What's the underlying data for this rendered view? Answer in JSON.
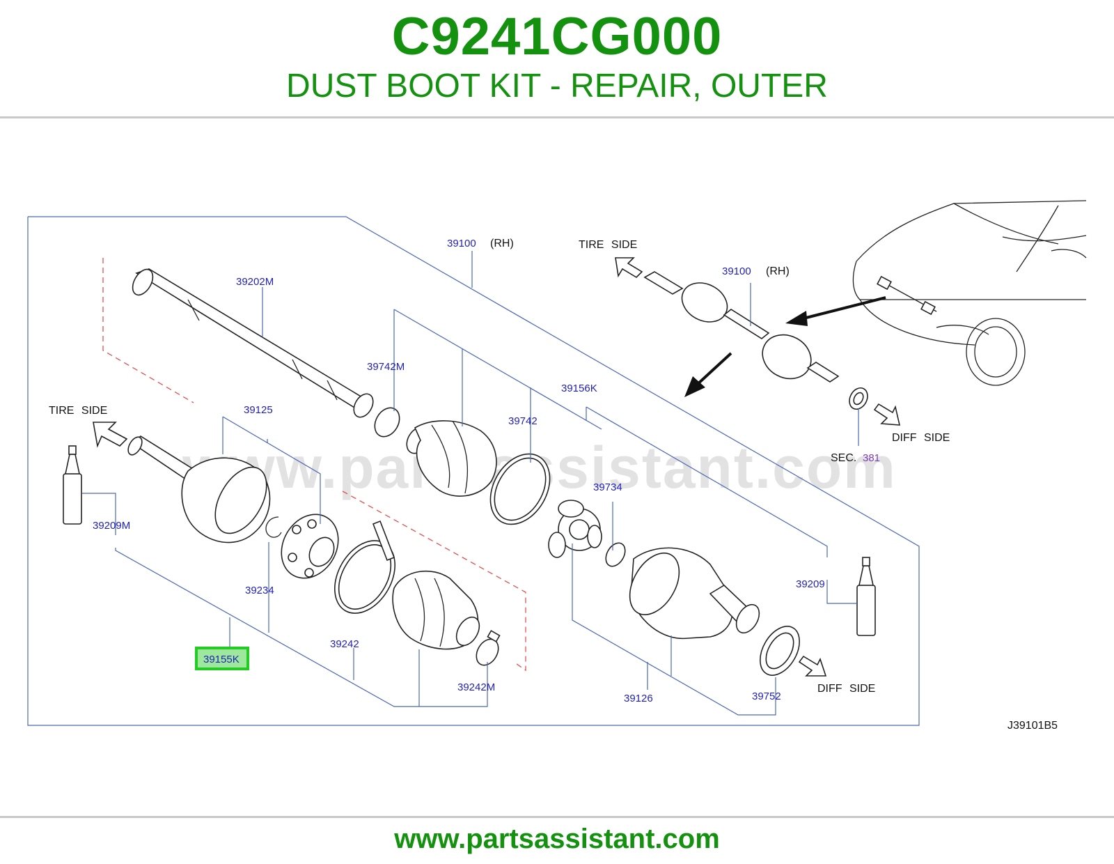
{
  "header": {
    "part_number": "C9241CG000",
    "part_title": "DUST BOOT KIT - REPAIR, OUTER"
  },
  "footer": {
    "url": "www.partsassistant.com"
  },
  "diagram": {
    "watermark": "www.partsassistant.com",
    "drawing_code": "J39101B5",
    "callouts": {
      "c39100_main": "39100",
      "rh_main": "(RH)",
      "c39100_inset": "39100",
      "rh_inset": "(RH)",
      "c39202M": "39202M",
      "c39742M": "39742M",
      "c39156K": "39156K",
      "c39125": "39125",
      "c39742": "39742",
      "c39734": "39734",
      "c39209M": "39209M",
      "c39234": "39234",
      "c39155K": "39155K",
      "c39242": "39242",
      "c39242M": "39242M",
      "c39126": "39126",
      "c39752": "39752",
      "c39209": "39209"
    },
    "notes": {
      "tire_side_left": "TIRE SIDE",
      "tire_side_inset": "TIRE SIDE",
      "diff_side_inset": "DIFF SIDE",
      "diff_side_main": "DIFF SIDE",
      "sec_label": "SEC.",
      "sec_number": "381"
    },
    "highlight_color": "#22cc22",
    "callout_color": "#1f1fb8"
  }
}
